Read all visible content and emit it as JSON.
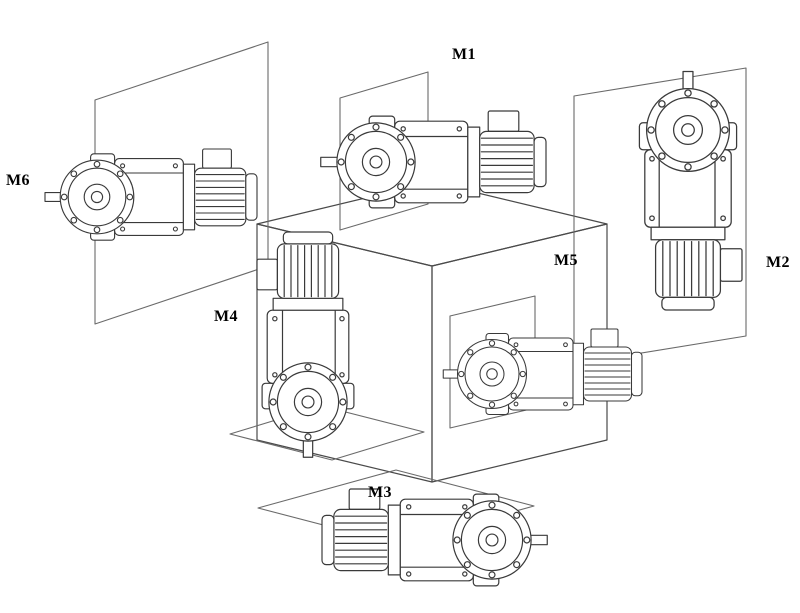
{
  "positions": [
    {
      "label": "M1"
    },
    {
      "label": "M2"
    },
    {
      "label": "M3"
    },
    {
      "label": "M4"
    },
    {
      "label": "M5"
    },
    {
      "label": "M6"
    }
  ],
  "colors": {
    "line": "#3a3a3a",
    "label": "#000000",
    "background": "#ffffff"
  }
}
